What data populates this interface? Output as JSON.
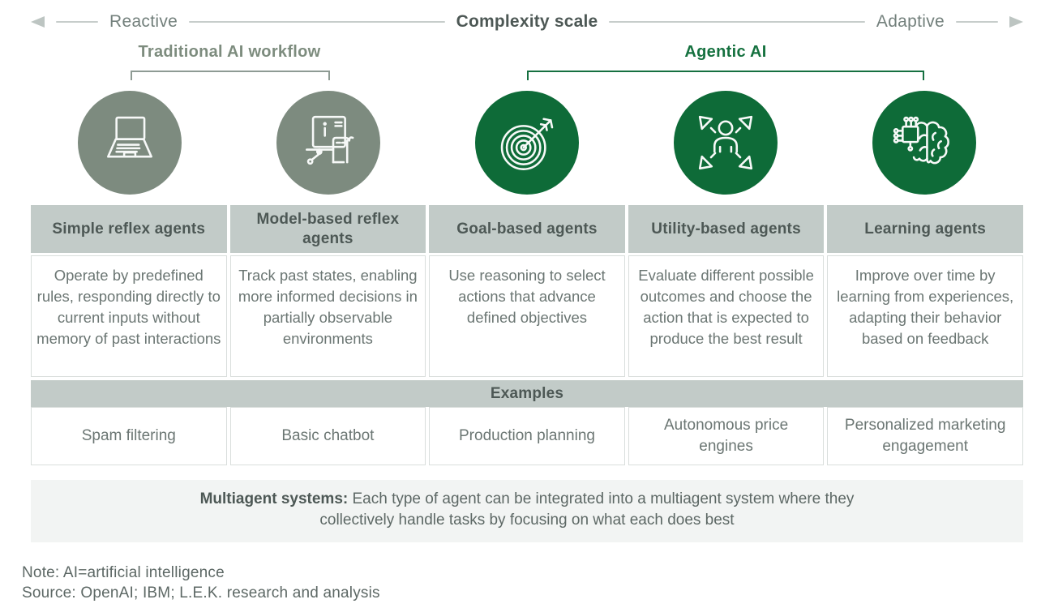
{
  "scale_bar": {
    "left_label": "Reactive",
    "center_label": "Complexity scale",
    "right_label": "Adaptive"
  },
  "groups": [
    {
      "id": "traditional",
      "label": "Traditional AI workflow",
      "color": "#7d8c7e"
    },
    {
      "id": "agentic",
      "label": "Agentic AI",
      "color": "#15713f"
    }
  ],
  "columns": [
    {
      "icon": "laptop-icon",
      "group": "traditional",
      "title": "Simple reflex agents",
      "description": "Operate by predefined rules, responding directly to current inputs without memory of past interactions",
      "example": "Spam filtering"
    },
    {
      "icon": "model-screen-icon",
      "group": "traditional",
      "title": "Model-based reflex agents",
      "description": "Track past states, enabling more informed decisions in partially observable environments",
      "example": "Basic chatbot"
    },
    {
      "icon": "target-arrow-icon",
      "group": "agentic",
      "title": "Goal-based agents",
      "description": "Use reasoning to select actions that advance defined objectives",
      "example": "Production planning"
    },
    {
      "icon": "person-arrows-icon",
      "group": "agentic",
      "title": "Utility-based agents",
      "description": "Evaluate different possible outcomes and choose the action that is expected to produce the best result",
      "example": "Autonomous price engines"
    },
    {
      "icon": "brain-chip-icon",
      "group": "agentic",
      "title": "Learning agents",
      "description": "Improve over time by learning from experiences, adapting their behavior based on feedback",
      "example": "Personalized marketing engagement"
    }
  ],
  "examples_band_label": "Examples",
  "multiagent": {
    "bold": "Multiagent systems:",
    "text": " Each type of agent can be integrated into a multiagent system where they collectively handle tasks by focusing on what each does best"
  },
  "footnotes": {
    "note": "Note: AI=artificial intelligence",
    "source": "Source: OpenAI; IBM; L.E.K. research and analysis"
  },
  "colors": {
    "sage_circle": "#7d8b7f",
    "green_circle": "#0e6b38",
    "green_text": "#15713f",
    "header_row_bg": "#c2cbc8",
    "examples_band_bg": "#c2cbc8",
    "multiagent_band_bg": "#f2f4f3",
    "dark_text": "#4d5855",
    "body_text": "#6b7673",
    "scale_line": "#c7cdcb"
  }
}
